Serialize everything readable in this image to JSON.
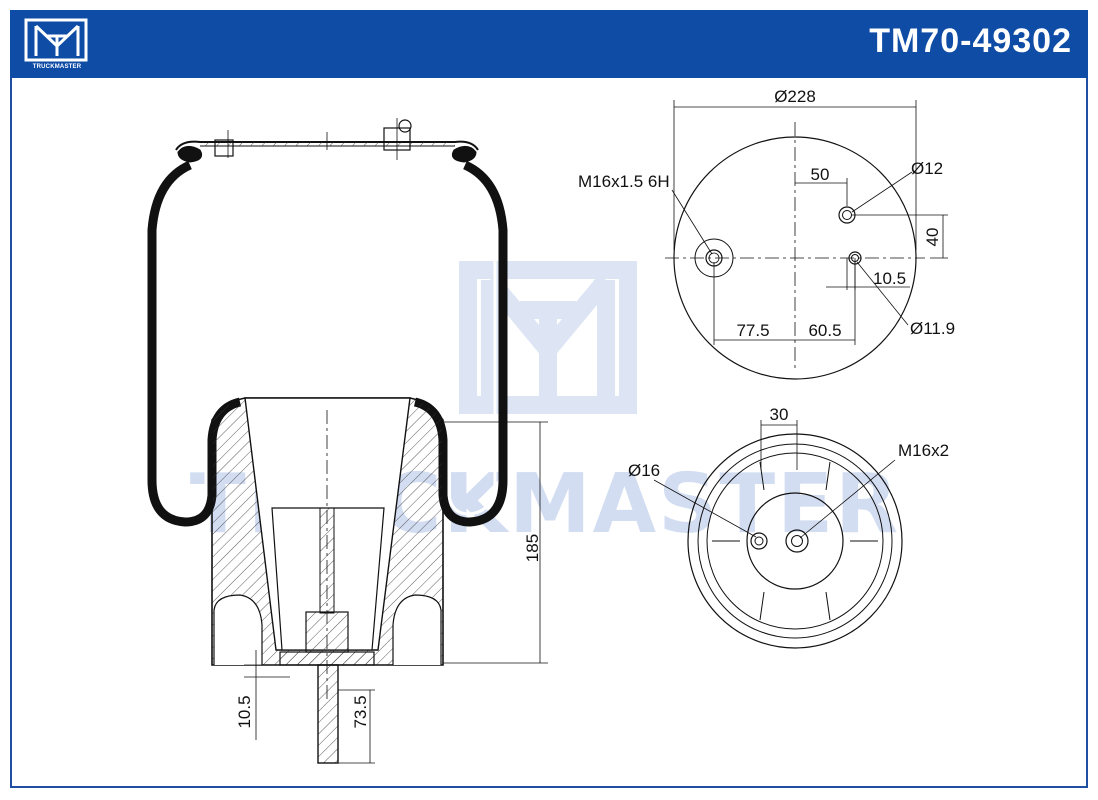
{
  "header": {
    "part_number": "TM70-49302",
    "brand_small": "TRUCKMASTER"
  },
  "watermark": {
    "text": "TRUCKMASTER"
  },
  "side_view": {
    "dim_height": "185",
    "dim_bottom_left": "10.5",
    "dim_stud": "73.5"
  },
  "top_view": {
    "dia_outer": "Ø228",
    "thread_left": "M16x1.5 6H",
    "offset_x": "50",
    "dia_hole_top": "Ø12",
    "offset_y": "40",
    "offset_small": "10.5",
    "dist_left": "77.5",
    "dist_right": "60.5",
    "dia_hole_bottom": "Ø11.9"
  },
  "bottom_view": {
    "spacing": "30",
    "thread": "M16x2",
    "dia_hole": "Ø16"
  },
  "colors": {
    "brand": "#0f4ca6",
    "line": "#111111"
  }
}
